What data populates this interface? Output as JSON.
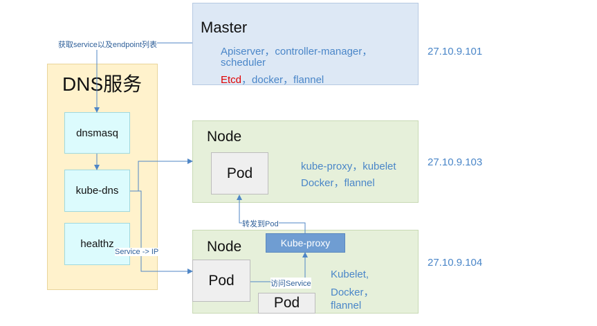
{
  "master": {
    "title": "Master",
    "components_line1": "Apiserver，controller-manager，",
    "components_line2": "scheduler",
    "etcd": "Etcd",
    "components_line3_rest": "，docker，flannel",
    "ip": "27.10.9.101"
  },
  "node1": {
    "title": "Node",
    "pod": "Pod",
    "components_line1": "kube-proxy，kubelet",
    "components_line2": "Docker，flannel",
    "ip": "27.10.9.103"
  },
  "node2": {
    "title": "Node",
    "pod_main": "Pod",
    "pod_small": "Pod",
    "kube_proxy": "Kube-proxy",
    "components_line1": "Kubelet,",
    "components_line2": "Docker，",
    "components_line3": "flannel",
    "ip": "27.10.9.104"
  },
  "dns": {
    "title": "DNS服务",
    "items": [
      "dnsmasq",
      "kube-dns",
      "healthz"
    ]
  },
  "labels": {
    "get_endpoints": "获取service以及endpoint列表",
    "forward_to_pod": "转发到Pod",
    "service_ip": "Service -> IP",
    "access_service": "访问Service"
  },
  "colors": {
    "master_bg": "#dde8f5",
    "node_bg": "#e6f0da",
    "dns_bg": "#fff2cc",
    "dns_item_bg": "#dcfbfd",
    "pod_bg": "#efefef",
    "kube_proxy_bg": "#6f9dd2",
    "line": "#4f86c6",
    "etcd": "#e00000",
    "text_blue": "#4a86c8"
  }
}
